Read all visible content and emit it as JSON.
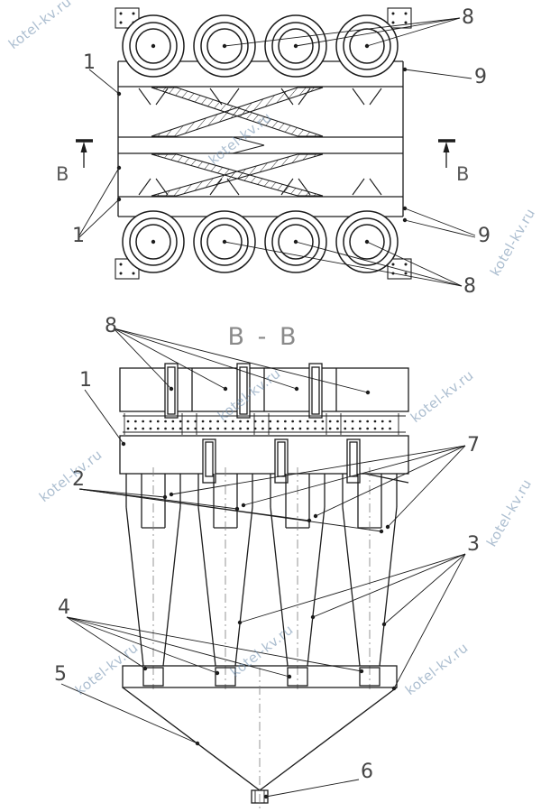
{
  "watermark": {
    "text": "kotel-kv.ru"
  },
  "plan_view": {
    "section_marker_left": "В",
    "section_marker_right": "В",
    "callouts": {
      "c8_top": "8",
      "c9_top": "9",
      "c1_top": "1",
      "c1_bottom": "1",
      "c9_bottom": "9",
      "c8_bottom": "8"
    }
  },
  "section_view": {
    "title": "В - В",
    "callouts": {
      "c8": "8",
      "c1": "1",
      "c2": "2",
      "c7": "7",
      "c3": "3",
      "c4": "4",
      "c5": "5",
      "c6": "6"
    }
  },
  "colors": {
    "line": "#1c1c1c",
    "callout": "#454545",
    "view_title": "#8a8a8a",
    "watermark": "#7492b1"
  }
}
